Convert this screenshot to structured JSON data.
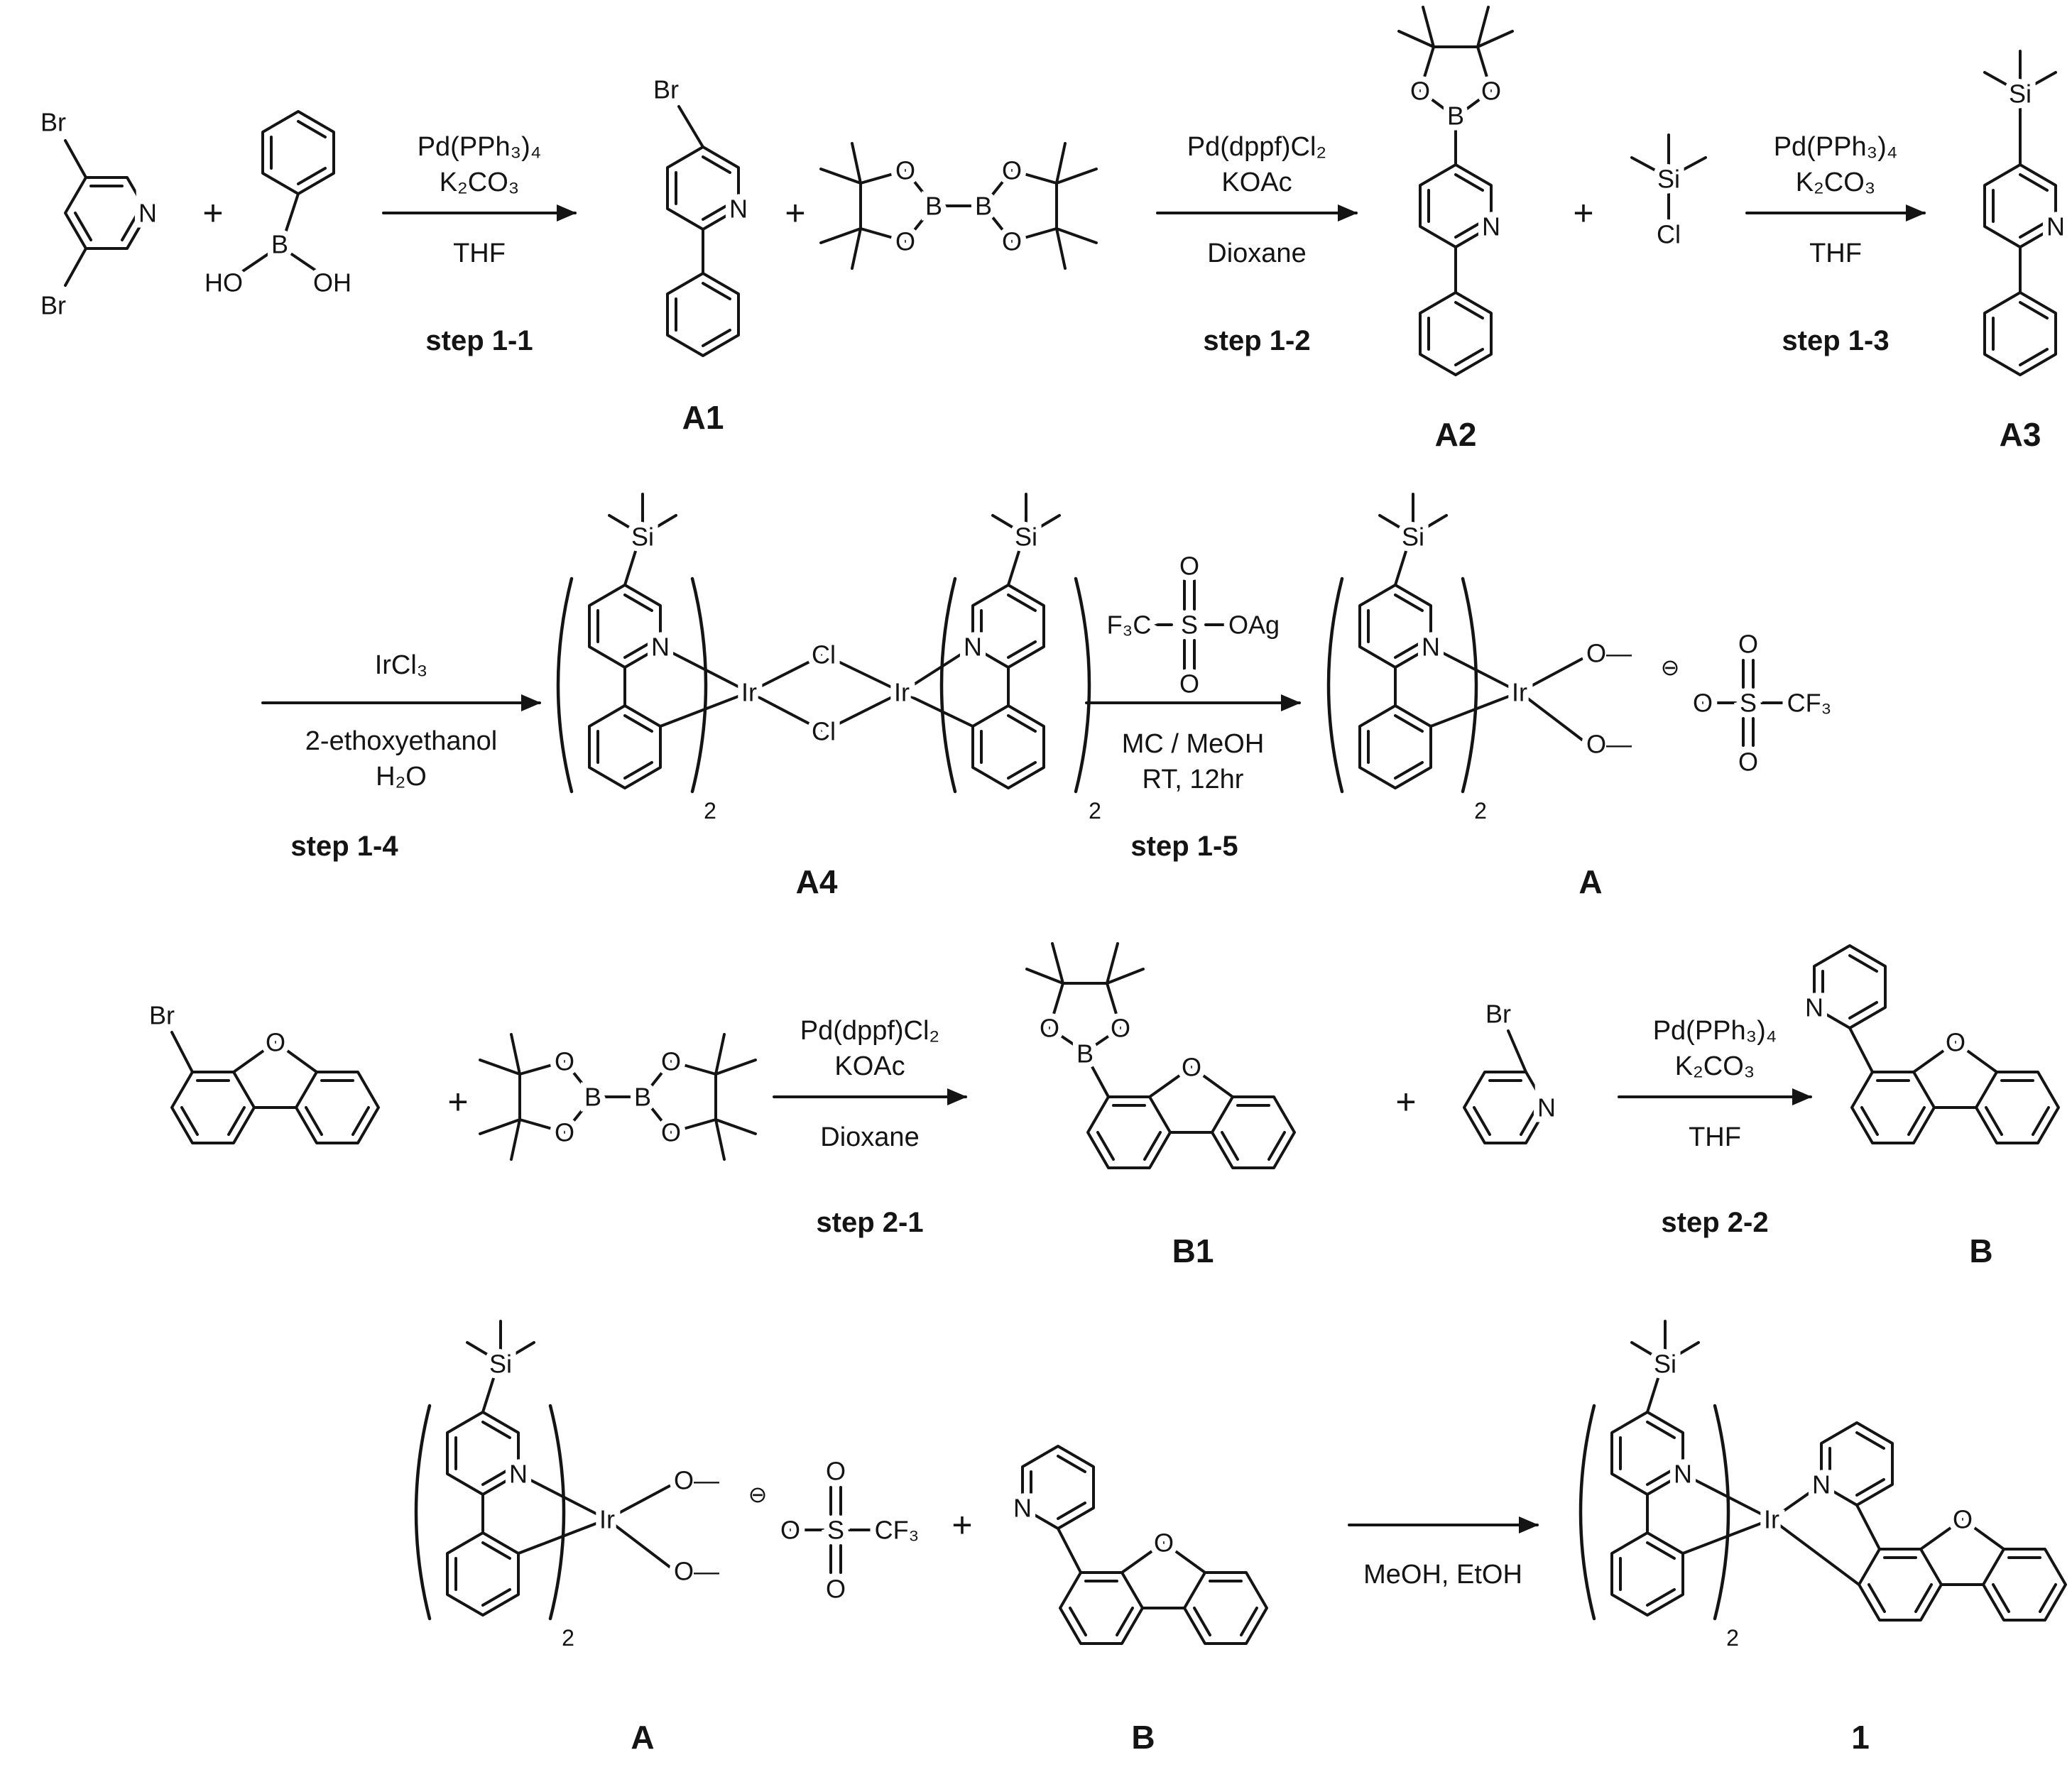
{
  "symbols": {
    "plus": "+",
    "sub2": "2",
    "minus": "⊖"
  },
  "atoms": {
    "N": "N",
    "O": "O",
    "B": "B",
    "S": "S",
    "Si": "Si",
    "Ir": "Ir",
    "Cl": "Cl",
    "Br": "Br",
    "HO": "HO",
    "OH": "OH",
    "OAg": "OAg",
    "F3C": "F₃C",
    "CF3": "CF₃",
    "O_dash": "O—"
  },
  "steps": {
    "s11": {
      "above1": "Pd(PPh₃)₄",
      "above2": "K₂CO₃",
      "below1": "THF",
      "label": "step 1-1"
    },
    "s12": {
      "above1": "Pd(dppf)Cl₂",
      "above2": "KOAc",
      "below1": "Dioxane",
      "label": "step 1-2"
    },
    "s13": {
      "above1": "Pd(PPh₃)₄",
      "above2": "K₂CO₃",
      "below1": "THF",
      "label": "step 1-3"
    },
    "s14": {
      "above1": "IrCl₃",
      "below1": "2-ethoxyethanol",
      "below2": "H₂O",
      "label": "step 1-4"
    },
    "s15": {
      "below1": "MC / MeOH",
      "below2": "RT, 12hr",
      "label": "step 1-5"
    },
    "s21": {
      "above1": "Pd(dppf)Cl₂",
      "above2": "KOAc",
      "below1": "Dioxane",
      "label": "step 2-1"
    },
    "s22": {
      "above1": "Pd(PPh₃)₄",
      "above2": "K₂CO₃",
      "below1": "THF",
      "label": "step 2-2"
    },
    "final": {
      "below1": "MeOH, EtOH"
    }
  },
  "compounds": {
    "A1": "A1",
    "A2": "A2",
    "A3": "A3",
    "A4": "A4",
    "A": "A",
    "B1": "B1",
    "B": "B",
    "P1": "1"
  }
}
